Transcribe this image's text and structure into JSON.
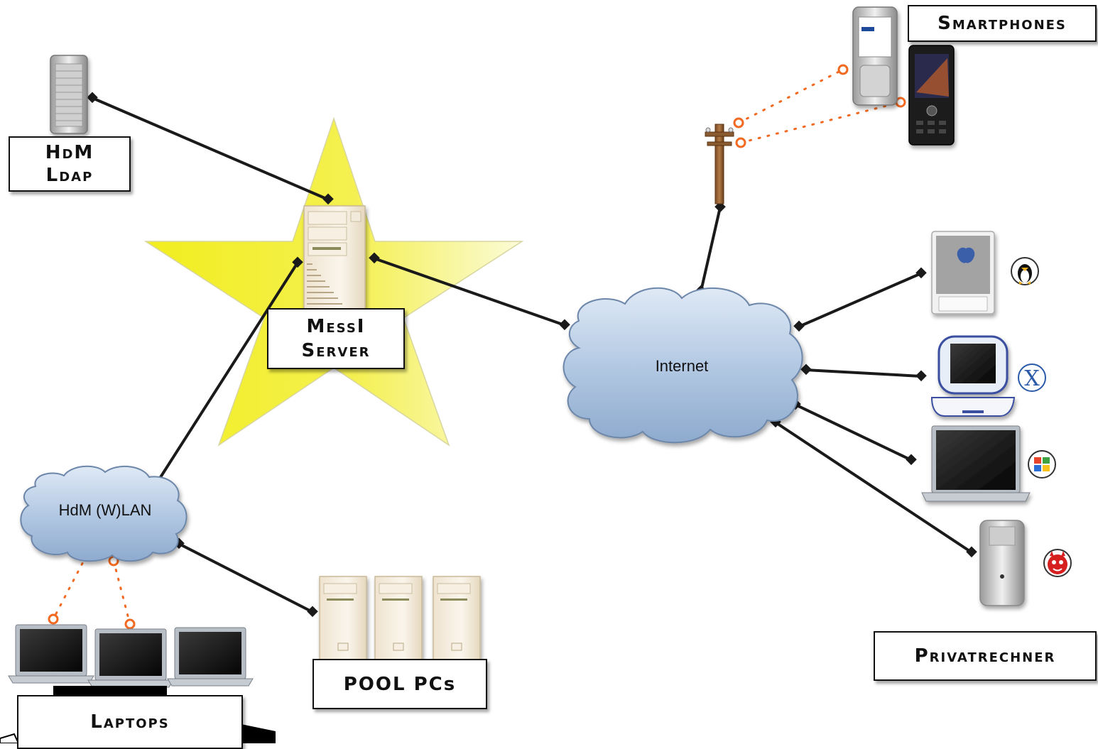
{
  "labels": {
    "ldap_line1": "HdM",
    "ldap_line2": "Ldap",
    "messi_line1": "MessI",
    "messi_line2": "Server",
    "smartphones": "Smartphones",
    "privatrechner": "Privatrechner",
    "pool": "POOL PCs",
    "laptops": "Laptops",
    "internet": "Internet",
    "wlan": "HdM (W)LAN"
  },
  "colors": {
    "star_fill": "#f4f02a",
    "cloud_fill": "#a9c2df",
    "connector": "#1a1a1a",
    "wireless": "#f26a21"
  },
  "icons": {
    "ldap_server": "mac-pro-tower-icon",
    "messi_server": "server-tower-icon",
    "pool_pc": "desktop-tower-icon",
    "laptop": "laptop-icon",
    "phone_pole": "telephone-pole-icon",
    "smartphone": "mobile-phone-icon",
    "imac": "imac-icon",
    "ibook": "ibook-icon",
    "powerbook": "powerbook-icon",
    "powermac": "power-mac-icon",
    "linux": "tux-penguin-icon",
    "osx": "mac-os-x-icon",
    "windows": "windows-logo-icon",
    "bsd": "bsd-daemon-icon"
  }
}
